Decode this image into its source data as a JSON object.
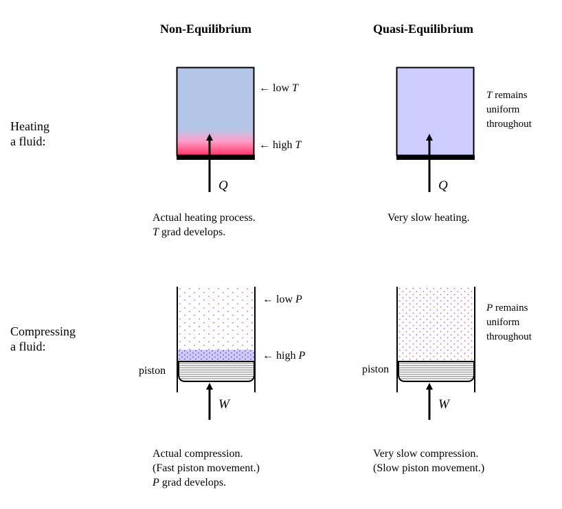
{
  "headings": {
    "non_equilibrium": "Non-Equilibrium",
    "quasi_equilibrium": "Quasi-Equilibrium"
  },
  "rows": {
    "heating": {
      "label_line1": "Heating",
      "label_line2": "a fluid:"
    },
    "compressing": {
      "label_line1": "Compressing",
      "label_line2": "a fluid:"
    }
  },
  "heating_non_eq": {
    "low_arrow": "← low ",
    "low_var": "T",
    "high_arrow": "← high ",
    "high_var": "T",
    "flow_symbol": "Q",
    "note_line1": "Actual heating process.",
    "note_line2_var": "T",
    "note_line2_rest": " grad develops.",
    "colors": {
      "bulk": "#b4c6e7",
      "hot": "#ff3366"
    }
  },
  "heating_quasi": {
    "side_var": "T",
    "side_line1_rest": " remains",
    "side_line2": "uniform",
    "side_line3": "throughout",
    "flow_symbol": "Q",
    "note_line1": "Very slow heating.",
    "colors": {
      "bulk": "#ccccff"
    }
  },
  "compress_non_eq": {
    "low_arrow": "← low ",
    "low_var": "P",
    "high_arrow": "← high ",
    "high_var": "P",
    "piston_label": "piston",
    "flow_symbol": "W",
    "note_line1": "Actual compression.",
    "note_line2": "(Fast piston movement.)",
    "note_line3_var": "P",
    "note_line3_rest": " grad develops.",
    "colors": {
      "dots": "#9966ff",
      "dense_band": "#ccccff"
    }
  },
  "compress_quasi": {
    "side_var": "P",
    "side_line1_rest": " remains",
    "side_line2": "uniform",
    "side_line3": "throughout",
    "piston_label": "piston",
    "flow_symbol": "W",
    "note_line1": "Very slow compression.",
    "note_line2": "(Slow piston movement.)",
    "colors": {
      "dots": "#9966ff"
    }
  }
}
